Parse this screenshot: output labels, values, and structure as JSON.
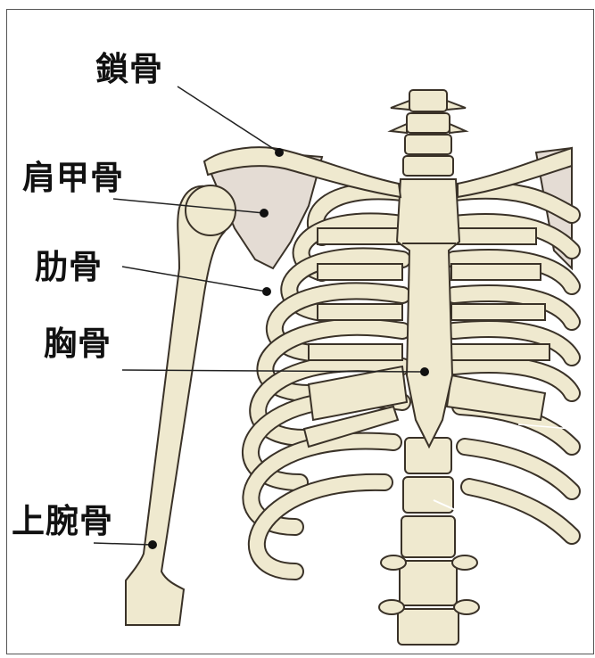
{
  "labels": {
    "clavicle": "鎖骨",
    "scapula": "肩甲骨",
    "rib": "肋骨",
    "sternum": "胸骨",
    "humerus": "上腕骨"
  },
  "colors": {
    "bone": "#efe9cf",
    "bone_shadow": "#d6cfb5",
    "outline": "#3a3228",
    "scapula": "#e4dcd4",
    "cavity": "#ffffff",
    "leader": "#222222"
  }
}
